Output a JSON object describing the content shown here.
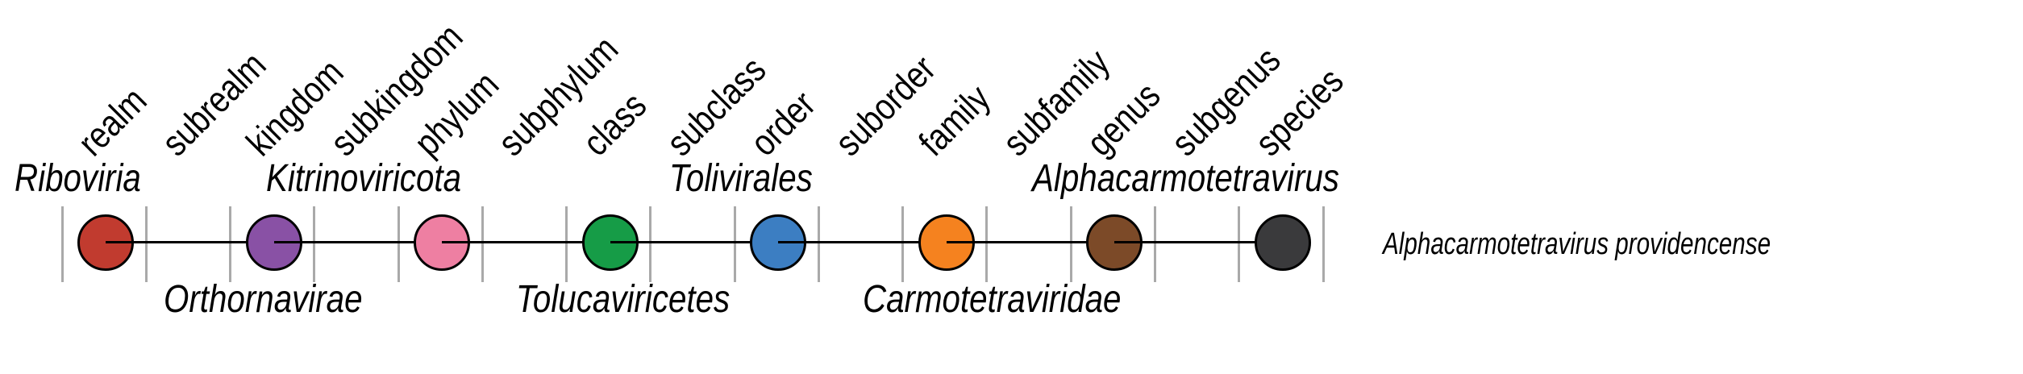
{
  "figure": {
    "kind": "virus-taxonomy-rank-diagram",
    "background": "#FFFFFF",
    "axis": {
      "line_color": "#000000",
      "tick_color": "#A9A9A9"
    }
  },
  "ranks": [
    {
      "label": "realm",
      "used": true,
      "color": "#C13B2F",
      "taxon": "Riboviria",
      "taxon_position": "above"
    },
    {
      "label": "subrealm",
      "used": false,
      "color": null,
      "taxon": null,
      "taxon_position": null
    },
    {
      "label": "kingdom",
      "used": true,
      "color": "#8951A5",
      "taxon": "Orthornavirae",
      "taxon_position": "below"
    },
    {
      "label": "subkingdom",
      "used": false,
      "color": null,
      "taxon": null,
      "taxon_position": null
    },
    {
      "label": "phylum",
      "used": true,
      "color": "#EE7FA2",
      "taxon": "Kitrinoviricota",
      "taxon_position": "above"
    },
    {
      "label": "subphylum",
      "used": false,
      "color": null,
      "taxon": null,
      "taxon_position": null
    },
    {
      "label": "class",
      "used": true,
      "color": "#169C47",
      "taxon": "Tolucaviricetes",
      "taxon_position": "below"
    },
    {
      "label": "subclass",
      "used": false,
      "color": null,
      "taxon": null,
      "taxon_position": null
    },
    {
      "label": "order",
      "used": true,
      "color": "#3C7EC2",
      "taxon": "Tolivirales",
      "taxon_position": "above"
    },
    {
      "label": "suborder",
      "used": false,
      "color": null,
      "taxon": null,
      "taxon_position": null
    },
    {
      "label": "family",
      "used": true,
      "color": "#F5821F",
      "taxon": "Carmotetraviridae",
      "taxon_position": "below"
    },
    {
      "label": "subfamily",
      "used": false,
      "color": null,
      "taxon": null,
      "taxon_position": null
    },
    {
      "label": "genus",
      "used": true,
      "color": "#7C4A28",
      "taxon": "Alphacarmotetravirus",
      "taxon_position": "above"
    },
    {
      "label": "subgenus",
      "used": false,
      "color": null,
      "taxon": null,
      "taxon_position": null
    },
    {
      "label": "species",
      "used": true,
      "color": "#3A3A3C",
      "taxon": "Alphacarmotetravirus providencense",
      "taxon_position": "right"
    }
  ]
}
